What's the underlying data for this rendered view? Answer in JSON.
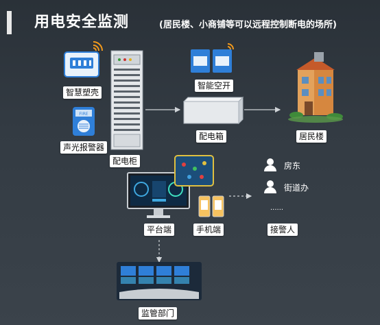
{
  "header": {
    "title": "用电安全监测",
    "subtitle": "(居民楼、小商铺等可以远程控制断电的场所)"
  },
  "nodes": {
    "smart_shell": "智慧塑壳",
    "alarm": "声光报警器",
    "cabinet": "配电柜",
    "smart_switch": "智能空开",
    "dist_box": "配电箱",
    "building": "居民楼",
    "platform": "平台端",
    "mobile": "手机端",
    "supervisor": "监管部门",
    "receiver": "接警人"
  },
  "receivers": {
    "landlord": "房东",
    "street_office": "街道办",
    "more": "......"
  },
  "alarm_panel_text": "FIRE",
  "colors": {
    "accent_blue": "#2f7fd8",
    "wifi_orange": "#f39a1c",
    "building_orange": "#d9782c"
  }
}
